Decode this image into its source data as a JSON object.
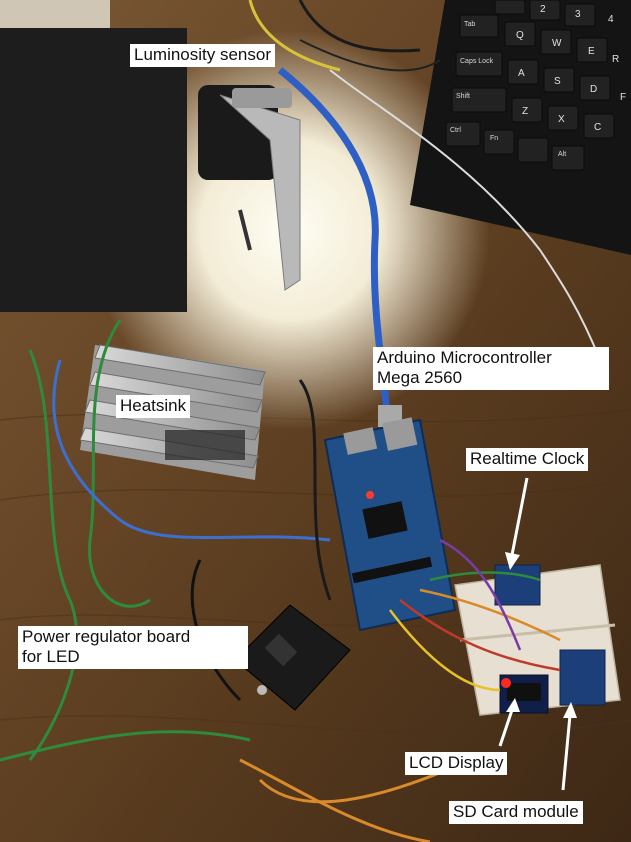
{
  "labels": {
    "luminosity": "Luminosity sensor",
    "arduino_line1": "Arduino Microcontroller",
    "arduino_line2": "Mega 2560",
    "heatsink": "Heatsink",
    "rtc": "Realtime Clock",
    "power_line1": "Power regulator board",
    "power_line2": "for LED",
    "lcd": "LCD Display",
    "sd": "SD Card module"
  },
  "keyboard_keys": [
    "Tab",
    "Caps Lock",
    "Shift",
    "Ctrl",
    "Fn",
    "Alt",
    "Q",
    "W",
    "E",
    "R",
    "A",
    "S",
    "D",
    "F",
    "Z",
    "X",
    "C",
    "2",
    "3",
    "4"
  ],
  "colors": {
    "table": "#6b4a2a",
    "arduino_board": "#1f4f86",
    "power_board": "#1a1a1a",
    "breadboard": "#e7e0d2",
    "usb_cable": "#2d5fc4",
    "label_bg": "#ffffff"
  }
}
